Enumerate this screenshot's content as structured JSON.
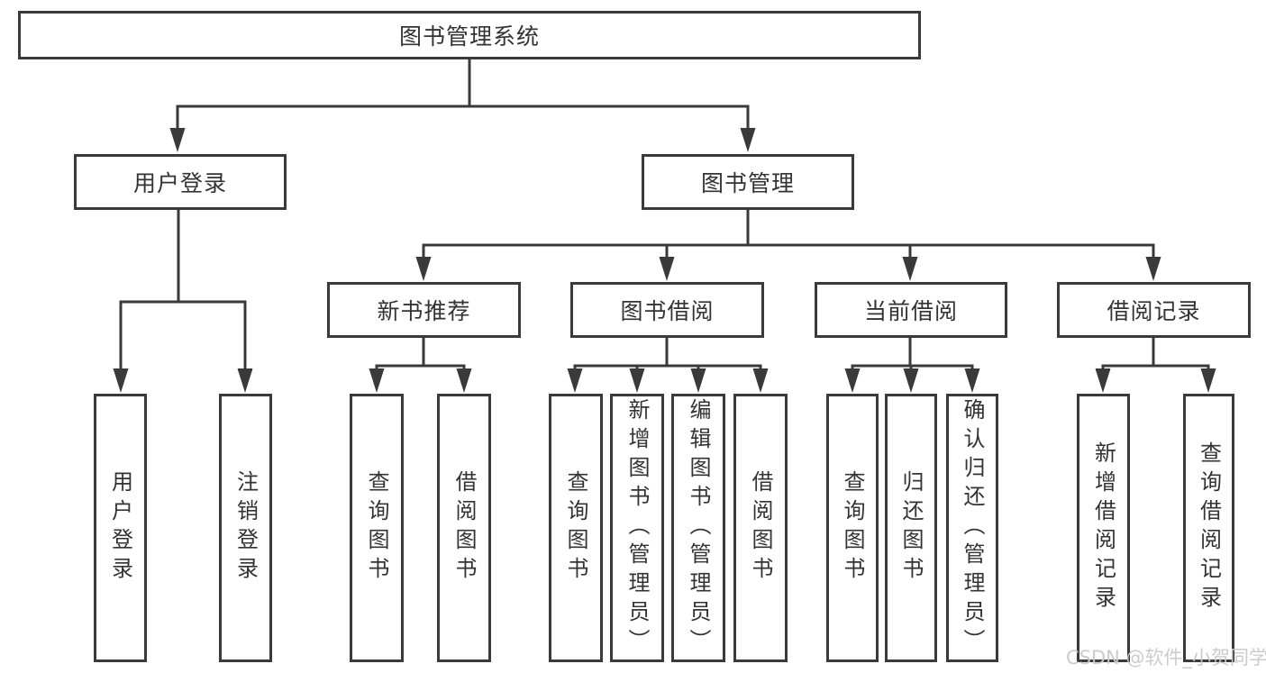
{
  "diagram": {
    "root": {
      "label": "图书管理系统"
    },
    "branches": [
      {
        "label": "用户登录",
        "children": [
          {
            "label": "用户登录"
          },
          {
            "label": "注销登录"
          }
        ]
      },
      {
        "label": "图书管理",
        "children": [
          {
            "label": "新书推荐",
            "children": [
              {
                "label": "查询图书"
              },
              {
                "label": "借阅图书"
              }
            ]
          },
          {
            "label": "图书借阅",
            "children": [
              {
                "label": "查询图书"
              },
              {
                "label": "新增图书（管理员）"
              },
              {
                "label": "编辑图书（管理员）"
              },
              {
                "label": "借阅图书"
              }
            ]
          },
          {
            "label": "当前借阅",
            "children": [
              {
                "label": "查询图书"
              },
              {
                "label": "归还图书"
              },
              {
                "label": "确认归还（管理员）"
              }
            ]
          },
          {
            "label": "借阅记录",
            "children": [
              {
                "label": "新增借阅记录"
              },
              {
                "label": "查询借阅记录"
              }
            ]
          }
        ]
      }
    ]
  },
  "watermark": {
    "text": "CSDN @软件_小贺同学",
    "color": "#c9c9c9"
  },
  "colors": {
    "line": "#3a3a3a",
    "box_border": "#3a3a3a",
    "text": "#333333",
    "background": "#ffffff"
  }
}
